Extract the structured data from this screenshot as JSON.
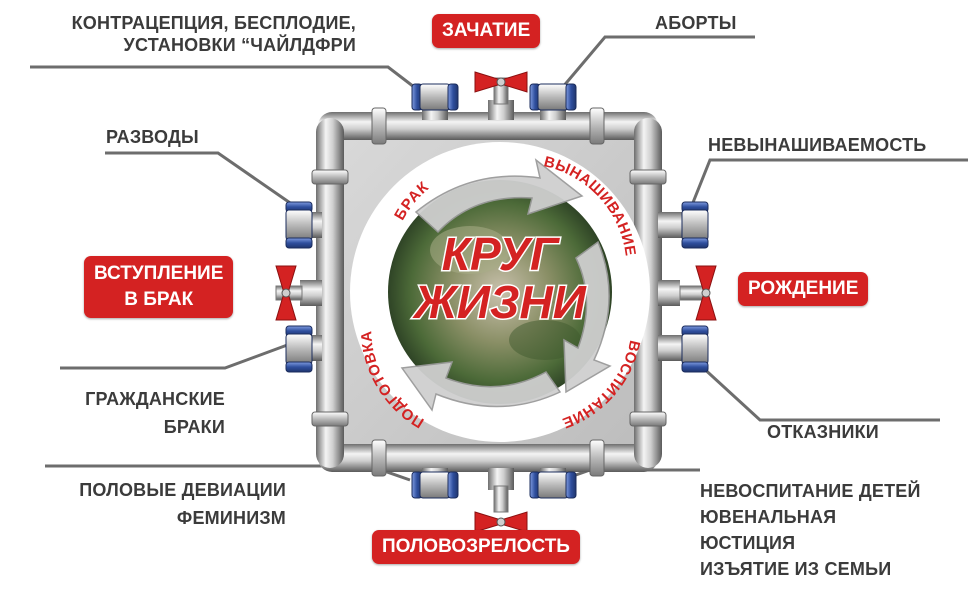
{
  "center": {
    "title_line1": "КРУГ",
    "title_line2": "ЖИЗНИ",
    "arc_labels": [
      "БРАК",
      "ВЫНАШИВАНИЕ",
      "ВОСПИТАНИЕ",
      "ПОДГОТОВКА"
    ]
  },
  "valves": {
    "top": "ЗАЧАТИЕ",
    "left_line1": "ВСТУПЛЕНИЕ",
    "left_line2": "В БРАК",
    "right": "РОЖДЕНИЕ",
    "bottom": "ПОЛОВОЗРЕЛОСТЬ"
  },
  "leaks": {
    "top_left_line1": "КОНТРАЦЕПЦИЯ, БЕСПЛОДИЕ,",
    "top_left_line2": "УСТАНОВКИ “ЧАЙЛДФРИ",
    "top_right": "АБОРТЫ",
    "left_top": "РАЗВОДЫ",
    "left_bottom_line1": "ГРАЖДАНСКИЕ",
    "left_bottom_line2": "БРАКИ",
    "bottom_left_line1": "ПОЛОВЫЕ ДЕВИАЦИИ",
    "bottom_left_line2": "ФЕМИНИЗМ",
    "right_top": "НЕВЫНАШИВАЕМОСТЬ",
    "right_bottom": "ОТКАЗНИКИ",
    "bottom_right_line1": "НЕВОСПИТАНИЕ ДЕТЕЙ",
    "bottom_right_line2": "ЮВЕНАЛЬНАЯ",
    "bottom_right_line3": "ЮСТИЦИЯ",
    "bottom_right_line4": "ИЗЪЯТИЕ ИЗ СЕМЬИ"
  },
  "colors": {
    "valve_red": "#d42222",
    "label_gray": "#3b3b3b",
    "fitting_blue": "#3a5fb0",
    "arrow_gray": "#c8c8c8"
  }
}
